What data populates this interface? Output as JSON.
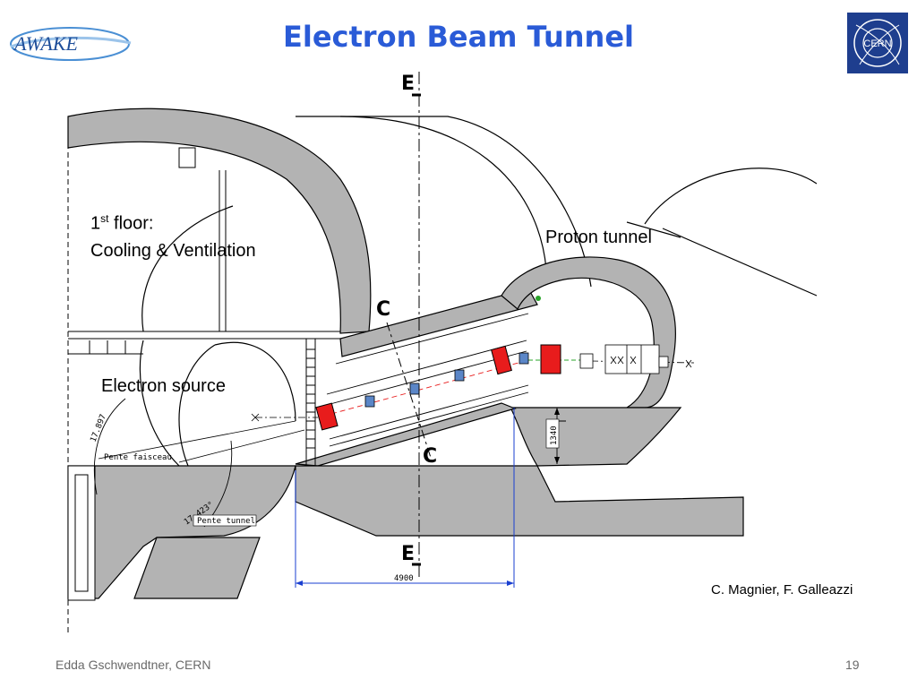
{
  "slide": {
    "title": "Electron Beam Tunnel",
    "page_number": "19",
    "footer_author": "Edda Gschwendtner, CERN",
    "credits": "C. Magnier, F. Galleazzi"
  },
  "logos": {
    "awake_text": "AWAKE",
    "cern_text": "CERN"
  },
  "labels": {
    "floor_number": "1",
    "floor_suffix": "st",
    "floor_word": " floor:",
    "floor_purpose": "Cooling & Ventilation",
    "proton_tunnel": "Proton tunnel",
    "electron_source": "Electron source"
  },
  "drawing": {
    "section_e_top": "E",
    "section_e_bottom": "E",
    "section_c_top": "C",
    "section_c_bottom": "C",
    "dim_width": "4900",
    "dim_height": "1340",
    "angle_beam": "17.897",
    "angle_tunnel": "17.423°",
    "beam_slope": "Pente faisceau",
    "tunnel_slope": "Pente tunnel"
  },
  "colors": {
    "title": "#2a5bd7",
    "concrete": "#b3b3b3",
    "dimension": "#1a3fd0",
    "magnet": "#e81c1c",
    "quadrupole": "#5b86c7",
    "cern_blue": "#1e3e8e"
  }
}
